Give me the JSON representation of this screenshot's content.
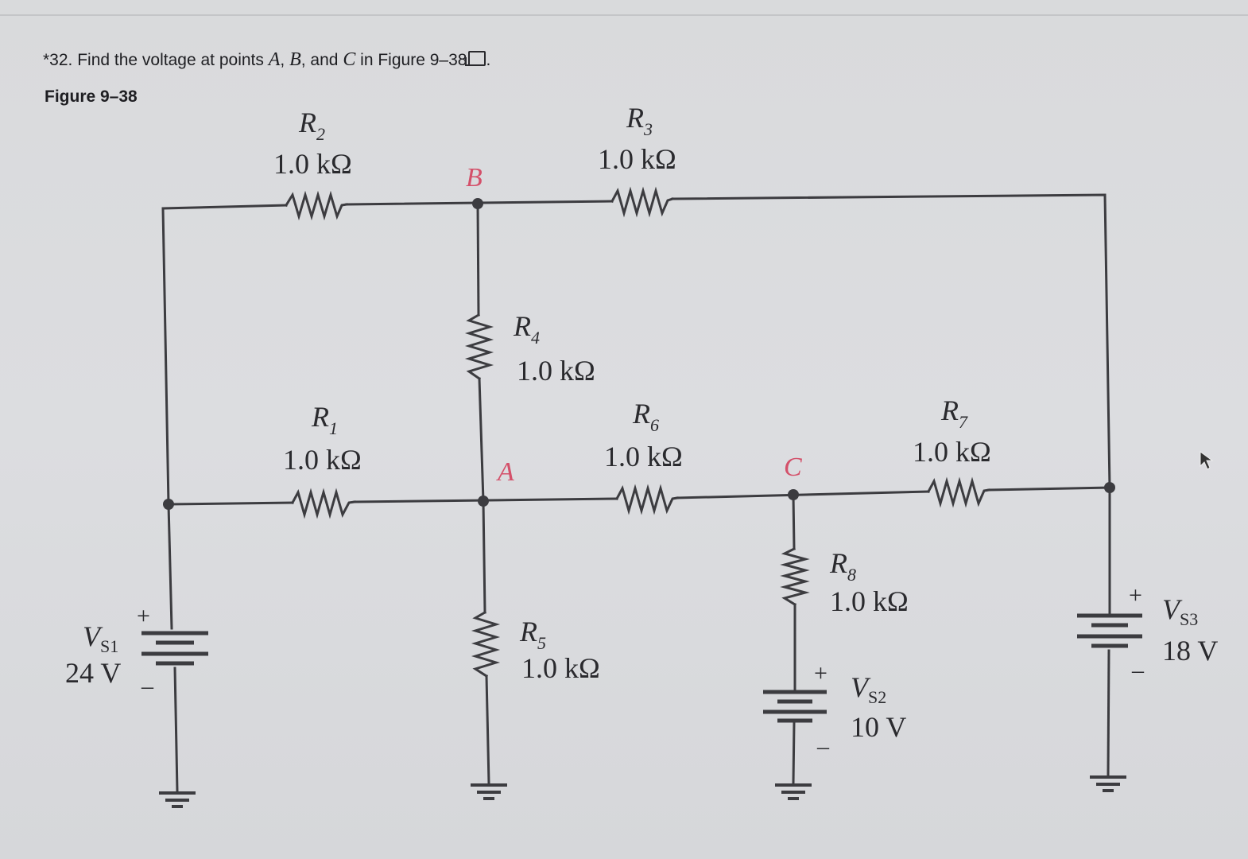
{
  "question": {
    "number": "*32.",
    "text_before": "Find the voltage at points",
    "point_a": "A",
    "sep1": ",",
    "point_b": "B",
    "sep2": ", and",
    "point_c": "C",
    "text_after": "in Figure 9–38",
    "end": "."
  },
  "figure_label": "Figure 9–38",
  "nodes": {
    "a": "A",
    "b": "B",
    "c": "C"
  },
  "resistors": [
    {
      "name": "R",
      "sub": "1",
      "value": "1.0 kΩ"
    },
    {
      "name": "R",
      "sub": "2",
      "value": "1.0 kΩ"
    },
    {
      "name": "R",
      "sub": "3",
      "value": "1.0 kΩ"
    },
    {
      "name": "R",
      "sub": "4",
      "value": "1.0 kΩ"
    },
    {
      "name": "R",
      "sub": "5",
      "value": "1.0 kΩ"
    },
    {
      "name": "R",
      "sub": "6",
      "value": "1.0 kΩ"
    },
    {
      "name": "R",
      "sub": "7",
      "value": "1.0 kΩ"
    },
    {
      "name": "R",
      "sub": "8",
      "value": "1.0 kΩ"
    }
  ],
  "sources": [
    {
      "name": "V",
      "sub": "S1",
      "value": "24 V",
      "plus": "+",
      "minus": "–"
    },
    {
      "name": "V",
      "sub": "S2",
      "value": "10 V",
      "plus": "+",
      "minus": "–"
    },
    {
      "name": "V",
      "sub": "S3",
      "value": "18 V",
      "plus": "+",
      "minus": "–"
    }
  ],
  "colors": {
    "wire": "#3c3c40",
    "node_label": "#d4506a",
    "text": "#2a2a2e"
  }
}
